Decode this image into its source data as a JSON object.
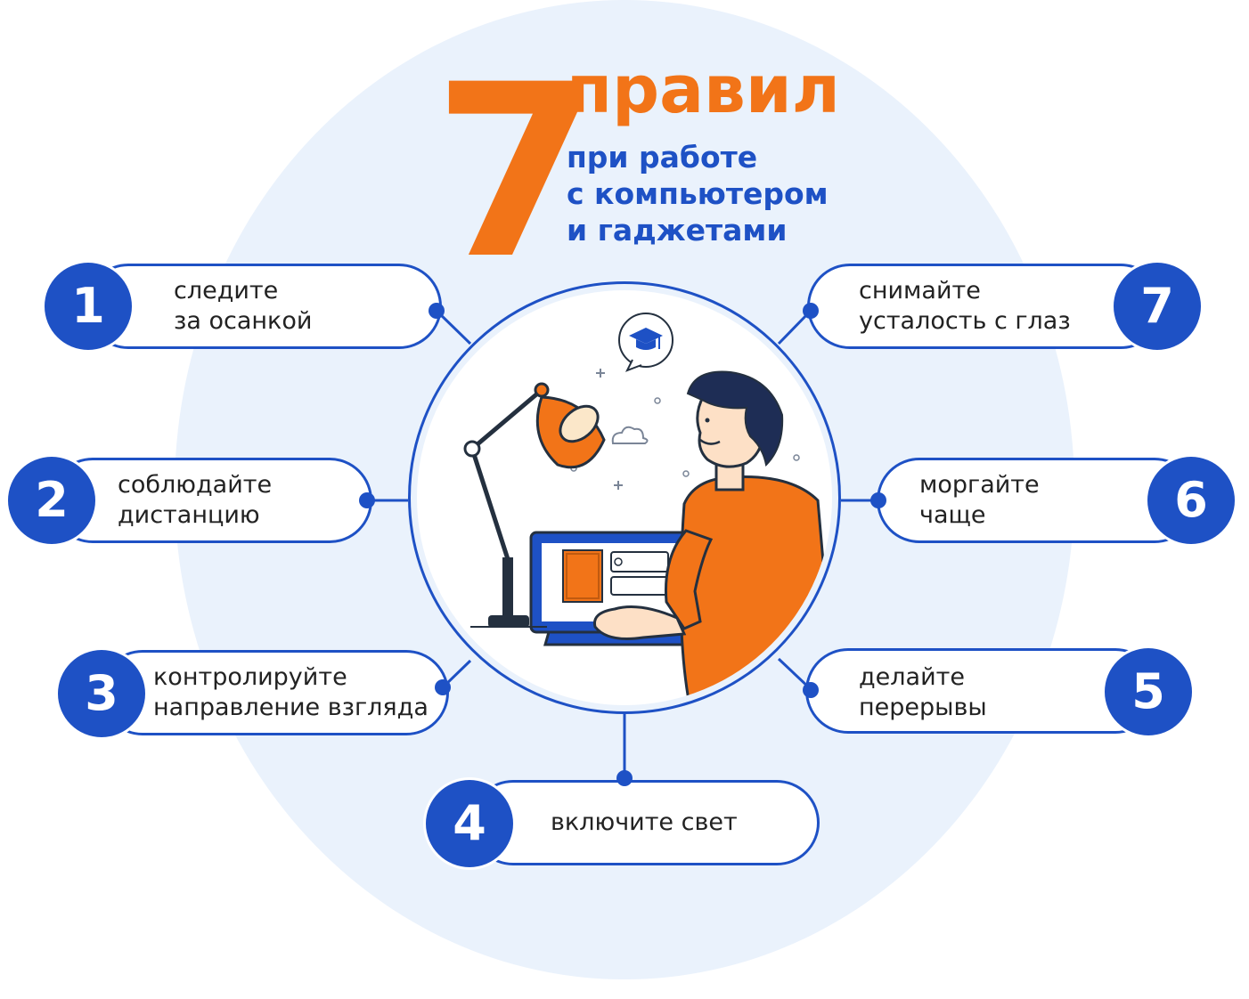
{
  "title": {
    "number": "7",
    "word": "правил",
    "subtitle_lines": [
      "при работе",
      "с компьютером",
      "и гаджетами"
    ]
  },
  "rules": [
    {
      "number": "1",
      "lines": [
        "следите",
        "за осанкой"
      ]
    },
    {
      "number": "2",
      "lines": [
        "соблюдайте",
        "дистанцию"
      ]
    },
    {
      "number": "3",
      "lines": [
        "контролируйте",
        "направление взгляда"
      ]
    },
    {
      "number": "4",
      "lines": [
        "включите свет"
      ]
    },
    {
      "number": "5",
      "lines": [
        "делайте",
        "перерывы"
      ]
    },
    {
      "number": "6",
      "lines": [
        "моргайте",
        "чаще"
      ]
    },
    {
      "number": "7",
      "lines": [
        "снимайте",
        "усталость с глаз"
      ]
    }
  ],
  "colors": {
    "accent_orange": "#f27418",
    "brand_blue": "#1e51c5",
    "background_circle": "#eaf2fc"
  },
  "illustration": {
    "icons": [
      "graduation-cap-icon",
      "desk-lamp-icon",
      "laptop-icon",
      "cloud-icon"
    ]
  }
}
